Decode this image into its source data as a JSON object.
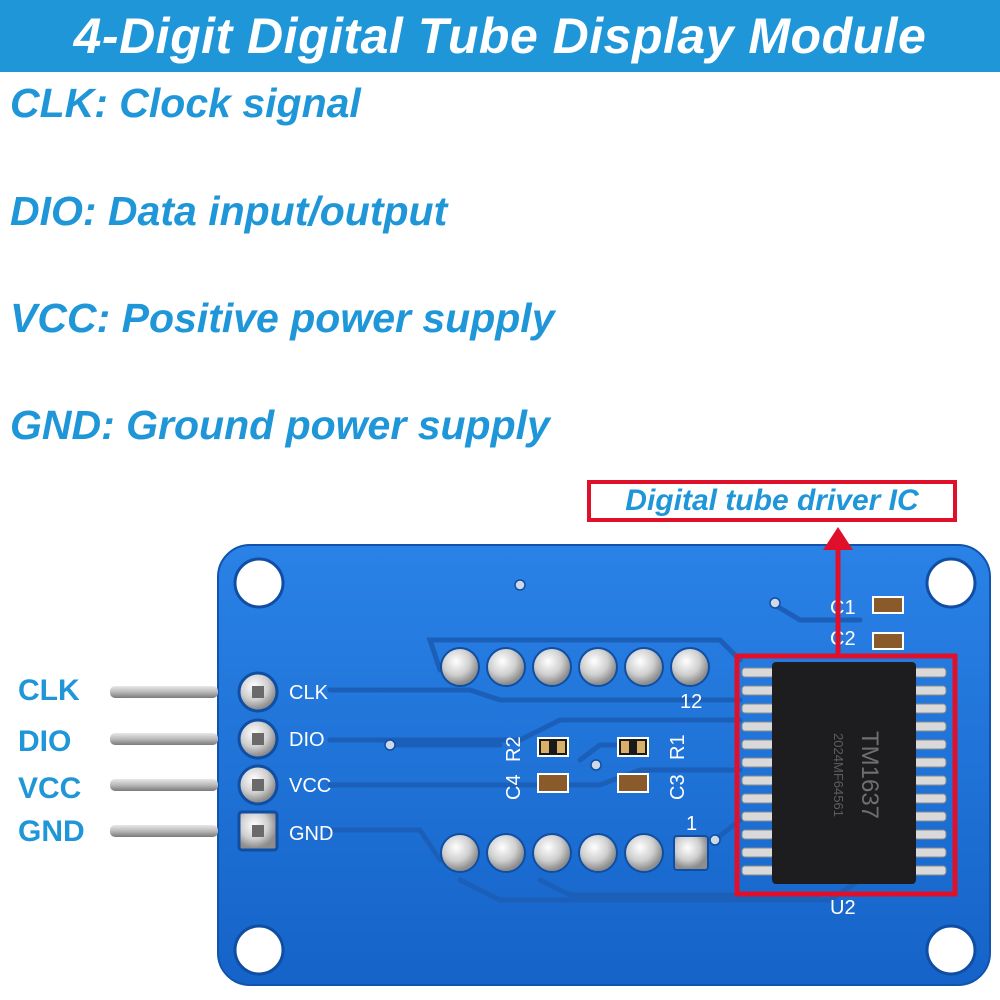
{
  "title": "4-Digit Digital Tube Display Module",
  "pin_descriptions": [
    {
      "text": "CLK: Clock signal"
    },
    {
      "text": "DIO: Data input/output"
    },
    {
      "text": "VCC: Positive power supply"
    },
    {
      "text": "GND: Ground power supply"
    }
  ],
  "callout": {
    "label": "Digital tube driver IC"
  },
  "header_pins": [
    "CLK",
    "DIO",
    "VCC",
    "GND"
  ],
  "silkscreen": {
    "pins": [
      "CLK",
      "DIO",
      "VCC",
      "GND"
    ],
    "r2": "R2",
    "r1": "R1",
    "c4": "C4",
    "c3": "C3",
    "c1": "C1",
    "c2": "C2",
    "u2": "U2",
    "pin12": "12",
    "pin1": "1"
  },
  "chip_marking": {
    "line1": "TM1637",
    "line2": "2024MF64561"
  },
  "colors": {
    "brand": "#1e96d8",
    "pcb": "#1a73d6",
    "highlight": "#e0102a"
  }
}
